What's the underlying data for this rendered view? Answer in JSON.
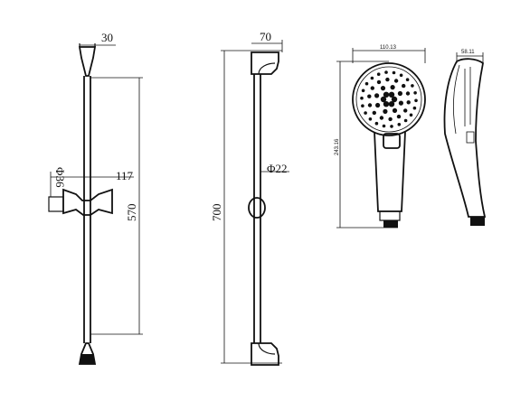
{
  "dimensions": {
    "bar_width": "30",
    "slider_width": "117",
    "slider_diameter": "Φ36",
    "rail_length": "570",
    "total_height": "700",
    "bracket_depth": "70",
    "rail_diameter": "Φ22",
    "head_width": "110.13",
    "head_length": "243.16",
    "head_depth": "58.11"
  },
  "colors": {
    "line": "#111111",
    "background": "#ffffff"
  }
}
